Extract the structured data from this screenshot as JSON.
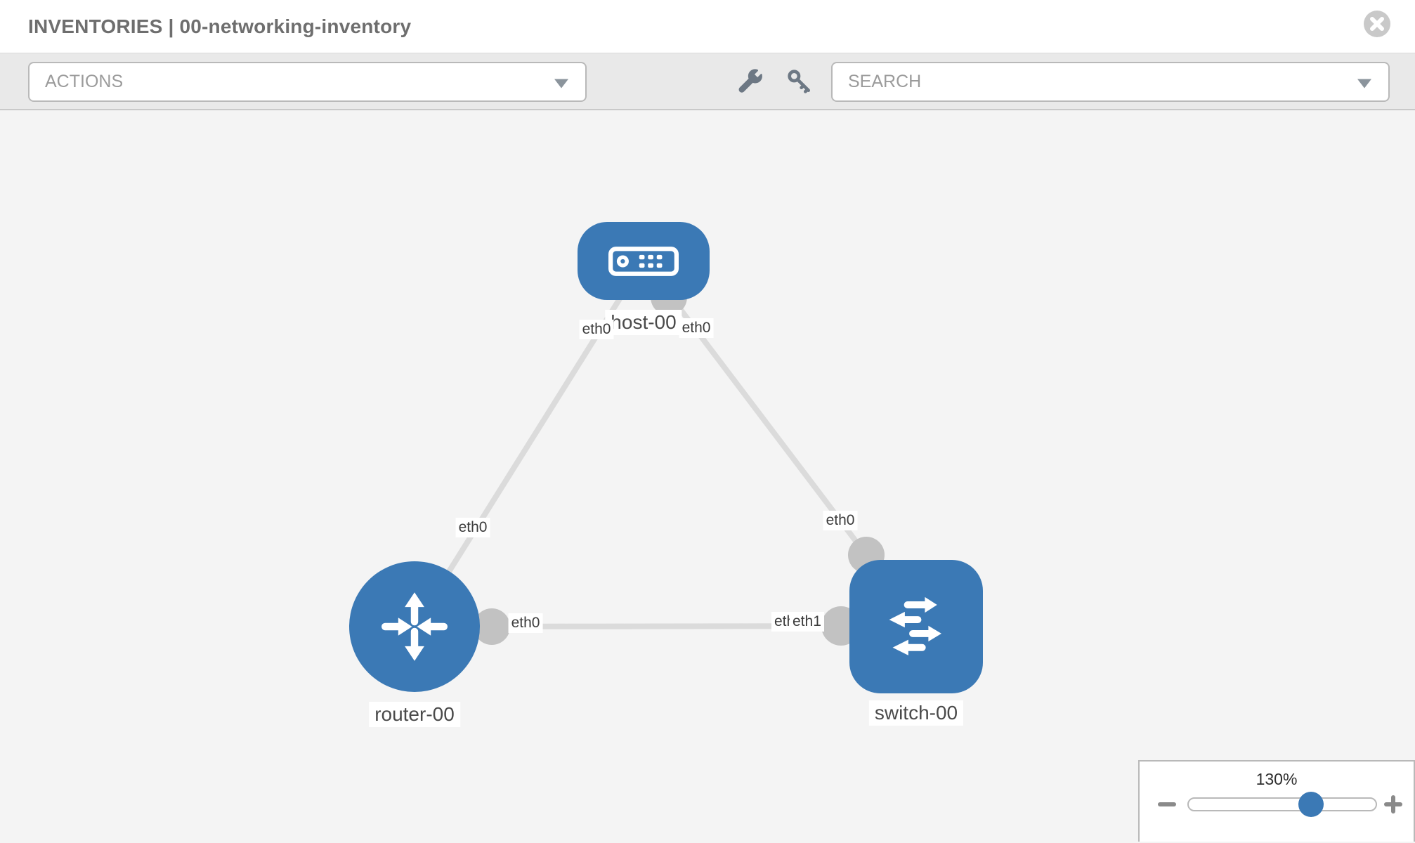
{
  "header": {
    "title": "INVENTORIES | 00-networking-inventory"
  },
  "toolbar": {
    "actions_label": "ACTIONS",
    "search_placeholder": "SEARCH"
  },
  "icons": {
    "close": "x-circle",
    "actions_caret": "caret-down",
    "search_caret": "caret-down",
    "tools": "wrench",
    "credentials": "key",
    "zoom_out": "minus",
    "zoom_in": "plus"
  },
  "colors": {
    "node_blue": "#3b79b5",
    "link_gray": "#dbdbdb",
    "endpoint_gray": "#c2c2c2",
    "canvas_bg": "#f4f4f4",
    "toolbar_bg": "#e9e9e9"
  },
  "topology": {
    "nodes": [
      {
        "id": "host-00",
        "type": "host",
        "label": "host-00"
      },
      {
        "id": "router-00",
        "type": "router",
        "label": "router-00"
      },
      {
        "id": "switch-00",
        "type": "switch",
        "label": "switch-00"
      }
    ],
    "links": [
      {
        "from": "host-00",
        "from_iface": "eth0",
        "to": "router-00",
        "to_iface": "eth0"
      },
      {
        "from": "host-00",
        "from_iface": "eth0",
        "to": "switch-00",
        "to_iface": "eth0"
      },
      {
        "from": "router-00",
        "from_iface": "eth0",
        "to": "switch-00",
        "to_iface": "eth1",
        "to_iface_overlapped": "eth0"
      }
    ]
  },
  "zoom_control": {
    "level": "130%"
  }
}
